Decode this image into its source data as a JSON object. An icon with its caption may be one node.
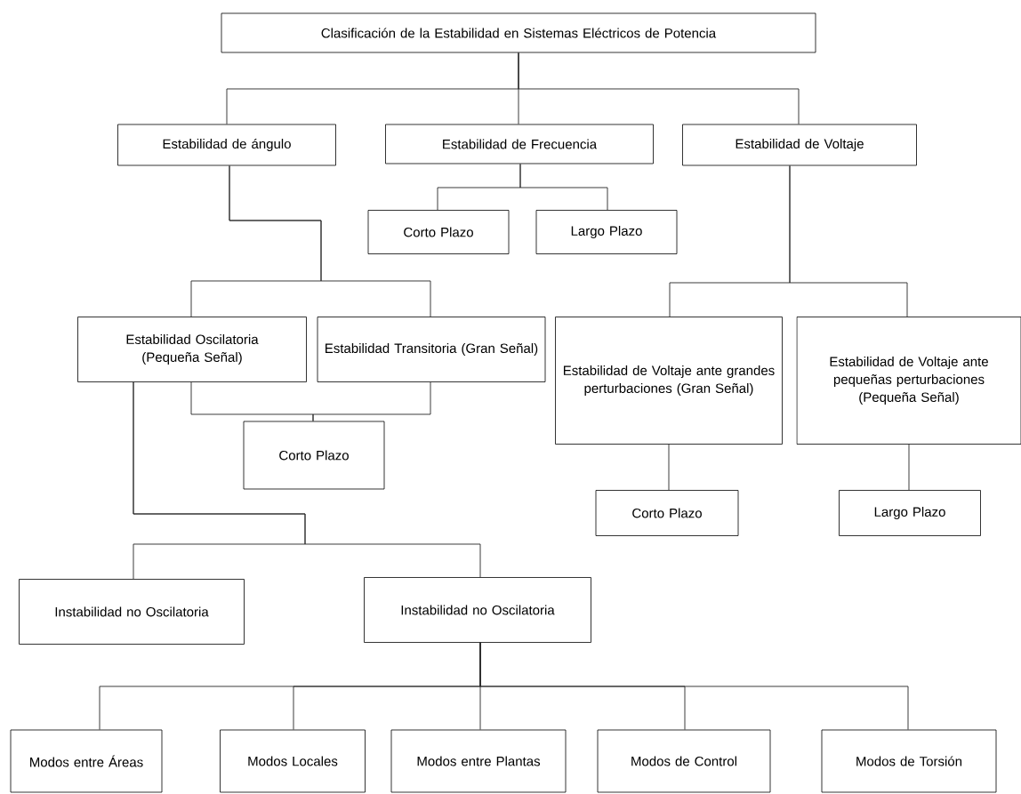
{
  "diagram": {
    "nodes": [
      {
        "text": [
          "Clasificación de la Estabilidad en Sistemas Eléctricos de Potencia"
        ]
      },
      {
        "text": [
          "Estabilidad de ángulo"
        ]
      },
      {
        "text": [
          "Estabilidad de Frecuencia"
        ]
      },
      {
        "text": [
          "Estabilidad de Voltaje"
        ]
      },
      {
        "text": [
          "Corto Plazo"
        ]
      },
      {
        "text": [
          "Largo Plazo"
        ]
      },
      {
        "text": [
          "Estabilidad Oscilatoria (Pequeña Señal)"
        ]
      },
      {
        "text": [
          "Estabilidad Transitoria (Gran Señal)"
        ]
      },
      {
        "text": [
          "Corto Plazo"
        ]
      },
      {
        "text": [
          "Estabilidad de Voltaje ante grandes perturbaciones (Gran Señal)"
        ]
      },
      {
        "text": [
          "Estabilidad de Voltaje ante pequeñas perturbaciones (Pequeña Señal)"
        ]
      },
      {
        "text": [
          "Corto Plazo"
        ]
      },
      {
        "text": [
          "Largo Plazo"
        ]
      },
      {
        "text": [
          "Instabilidad no Oscilatoria"
        ]
      },
      {
        "text": [
          "Instabilidad no Oscilatoria"
        ]
      },
      {
        "text": [
          "Modos entre Áreas"
        ]
      },
      {
        "text": [
          "Modos Locales"
        ]
      },
      {
        "text": [
          "Modos entre Plantas"
        ]
      },
      {
        "text": [
          "Modos de Control"
        ]
      },
      {
        "text": [
          "Modos de Torsión"
        ]
      }
    ],
    "edges": [
      {
        "from": 0,
        "to": 1,
        "arrow": "none"
      },
      {
        "from": 0,
        "to": 2,
        "arrow": "none"
      },
      {
        "from": 0,
        "to": 3,
        "arrow": "none"
      },
      {
        "from": 2,
        "to": 4,
        "arrow": "none"
      },
      {
        "from": 2,
        "to": 5,
        "arrow": "none"
      },
      {
        "from": 1,
        "to": 6,
        "arrow": "none"
      },
      {
        "from": 1,
        "to": 7,
        "arrow": "none"
      },
      {
        "from": 6,
        "to": 8,
        "arrow": "none"
      },
      {
        "from": 7,
        "to": 8,
        "arrow": "none"
      },
      {
        "from": 6,
        "to": 13,
        "arrow": "none"
      },
      {
        "from": 6,
        "to": 14,
        "arrow": "none"
      },
      {
        "from": 3,
        "to": 9,
        "arrow": "none"
      },
      {
        "from": 3,
        "to": 10,
        "arrow": "none"
      },
      {
        "from": 9,
        "to": 11,
        "arrow": "none"
      },
      {
        "from": 10,
        "to": 12,
        "arrow": "none"
      },
      {
        "from": 14,
        "to": 15,
        "arrow": "none"
      },
      {
        "from": 14,
        "to": 16,
        "arrow": "none"
      },
      {
        "from": 14,
        "to": 17,
        "arrow": "none"
      },
      {
        "from": 14,
        "to": 18,
        "arrow": "none"
      },
      {
        "from": 14,
        "to": 19,
        "arrow": "none"
      }
    ]
  }
}
